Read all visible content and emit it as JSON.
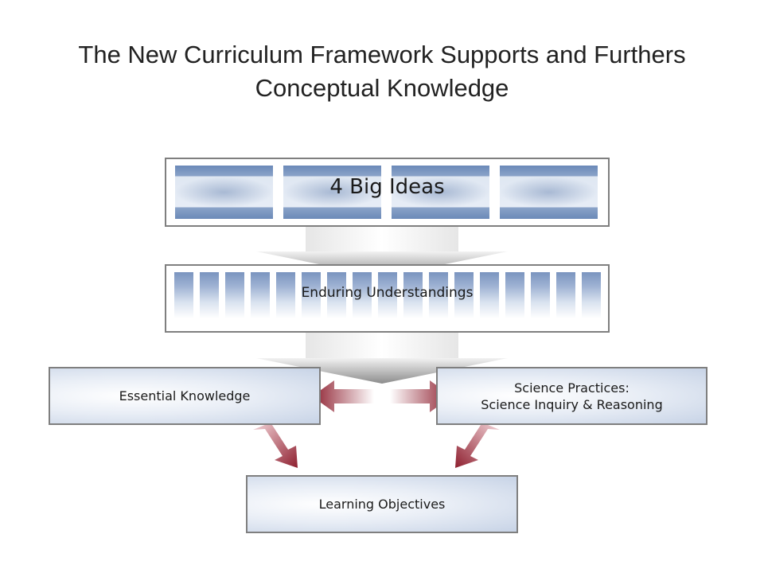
{
  "title": {
    "line1": "The New Curriculum Framework Supports and Furthers",
    "line2": "Conceptual Knowledge"
  },
  "big_ideas": {
    "label": "4 Big Ideas"
  },
  "enduring_understandings": {
    "label": "Enduring Understandings"
  },
  "essential_knowledge": {
    "label": "Essential Knowledge"
  },
  "science_practices": {
    "line1": "Science Practices:",
    "line2": "Science Inquiry & Reasoning"
  },
  "learning_objectives": {
    "label": "Learning Objectives"
  },
  "colors": {
    "frame_border": "#7f7f7f",
    "stripe_blue": "#6b89b8",
    "arrow_red": "#8e1f2f",
    "arrow_grey": "#a6a6a6"
  }
}
